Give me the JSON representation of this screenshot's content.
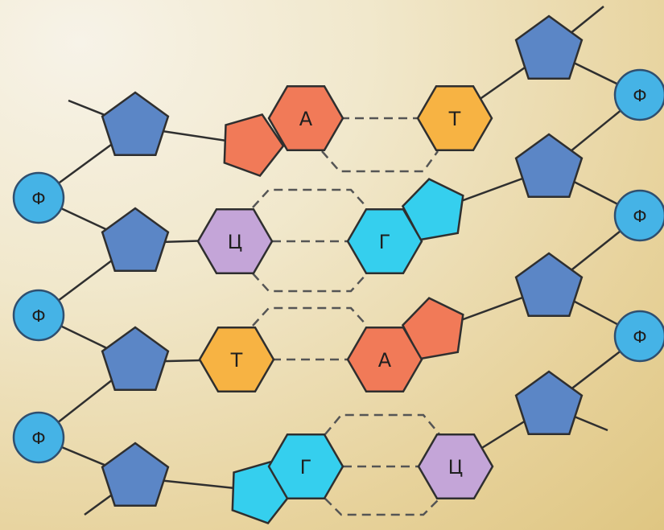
{
  "phosphate_label": "Ф",
  "colors": {
    "sugar": "#5b86c6",
    "phosphate": "#45b3e6",
    "A": "#f17a58",
    "T": "#f7b343",
    "G": "#35cfee",
    "C": "#c4a5d8",
    "outline": "#2f2f2f",
    "hbond": "#555555"
  },
  "base_pairs": [
    {
      "left": {
        "letter": "А",
        "type": "A"
      },
      "right": {
        "letter": "Т",
        "type": "T"
      },
      "bonds": 2
    },
    {
      "left": {
        "letter": "Ц",
        "type": "C"
      },
      "right": {
        "letter": "Г",
        "type": "G"
      },
      "bonds": 3
    },
    {
      "left": {
        "letter": "Т",
        "type": "T"
      },
      "right": {
        "letter": "А",
        "type": "A"
      },
      "bonds": 2
    },
    {
      "left": {
        "letter": "Г",
        "type": "G"
      },
      "right": {
        "letter": "Ц",
        "type": "C"
      },
      "bonds": 3
    }
  ]
}
